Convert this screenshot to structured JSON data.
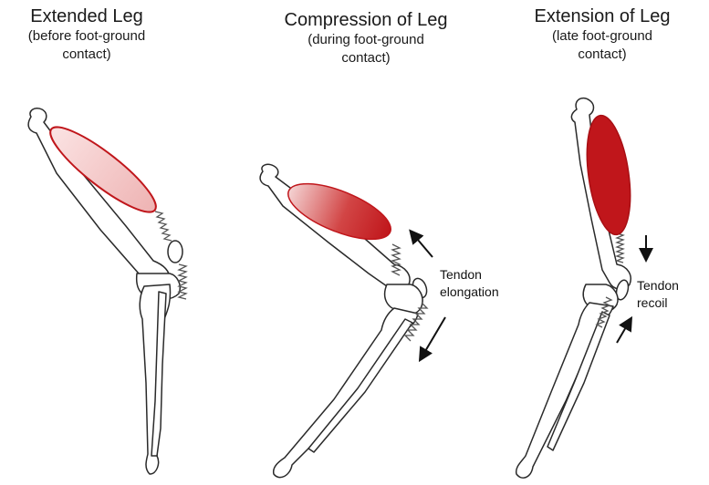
{
  "panels": [
    {
      "title": "Extended Leg",
      "subtitle_line1": "(before foot-ground",
      "subtitle_line2": "contact)"
    },
    {
      "title": "Compression of Leg",
      "subtitle_line1": "(during foot-ground",
      "subtitle_line2": "contact)",
      "annotation_line1": "Tendon",
      "annotation_line2": "elongation"
    },
    {
      "title": "Extension of Leg",
      "subtitle_line1": "(late foot-ground",
      "subtitle_line2": "contact)",
      "annotation_line1": "Tendon",
      "annotation_line2": "recoil"
    }
  ],
  "colors": {
    "muscle": "#c0161b",
    "muscle_light": "#f2c4c4",
    "bone_outline": "#2a2a2a",
    "tendon": "#555555"
  }
}
